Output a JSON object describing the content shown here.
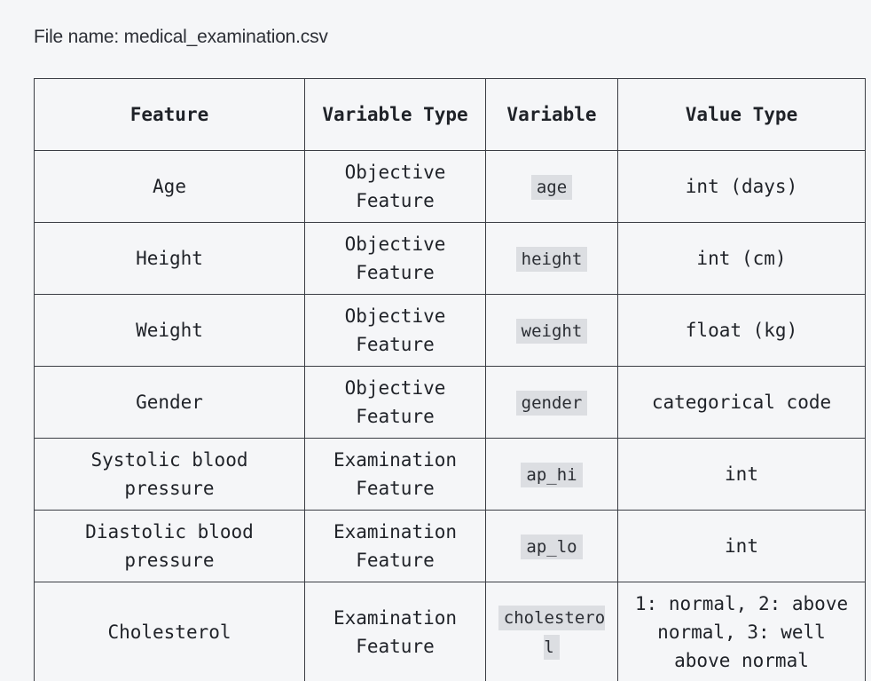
{
  "file": {
    "label": "File name: medical_examination.csv"
  },
  "table": {
    "headers": [
      "Feature",
      "Variable Type",
      "Variable",
      "Value Type"
    ],
    "rows": [
      {
        "feature": "Age",
        "variable_type": "Objective Feature",
        "variable": "age",
        "value_type": "int (days)"
      },
      {
        "feature": "Height",
        "variable_type": "Objective Feature",
        "variable": "height",
        "value_type": "int (cm)"
      },
      {
        "feature": "Weight",
        "variable_type": "Objective Feature",
        "variable": "weight",
        "value_type": "float (kg)"
      },
      {
        "feature": "Gender",
        "variable_type": "Objective Feature",
        "variable": "gender",
        "value_type": "categorical code"
      },
      {
        "feature": "Systolic blood pressure",
        "variable_type": "Examination Feature",
        "variable": "ap_hi",
        "value_type": "int"
      },
      {
        "feature": "Diastolic blood pressure",
        "variable_type": "Examination Feature",
        "variable": "ap_lo",
        "value_type": "int"
      },
      {
        "feature": "Cholesterol",
        "variable_type": "Examination Feature",
        "variable": "cholesterol",
        "value_type": "1: normal, 2: above normal, 3: well above normal"
      }
    ]
  }
}
